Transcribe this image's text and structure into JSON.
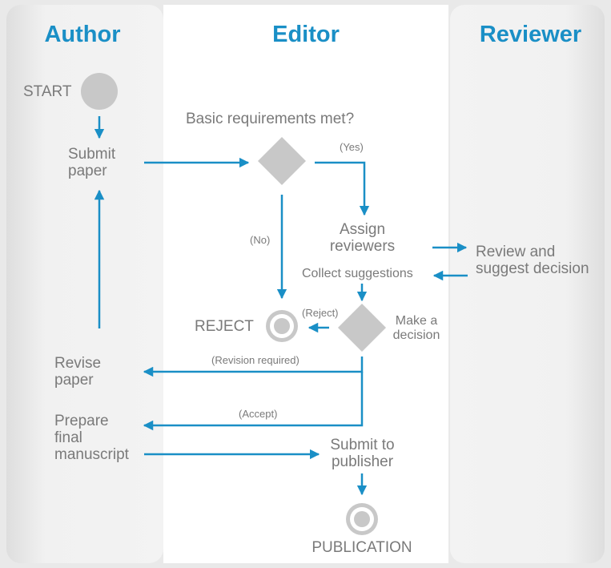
{
  "lanes": {
    "author": "Author",
    "editor": "Editor",
    "reviewer": "Reviewer"
  },
  "nodes": {
    "start": "START",
    "submit_paper": "Submit\npaper",
    "basic_requirements": "Basic requirements met?",
    "assign_reviewers": "Assign\nreviewers",
    "review_suggest": "Review and\nsuggest decision",
    "collect_suggestions": "Collect  suggestions",
    "make_decision": "Make a\ndecision",
    "reject": "REJECT",
    "revise_paper": "Revise\npaper",
    "prepare_manuscript": "Prepare\nfinal\nmanuscript",
    "submit_publisher": "Submit to\npublisher",
    "publication": "PUBLICATION"
  },
  "edge_labels": {
    "yes": "(Yes)",
    "no": "(No)",
    "reject": "(Reject)",
    "revision": "(Revision required)",
    "accept": "(Accept)"
  },
  "colors": {
    "accent": "#1a8fc6",
    "node_gray": "#c8c8c8",
    "text_gray": "#7a7a7a",
    "editor_lane": "#ffffff",
    "side_lane": "#f1f1f1"
  }
}
